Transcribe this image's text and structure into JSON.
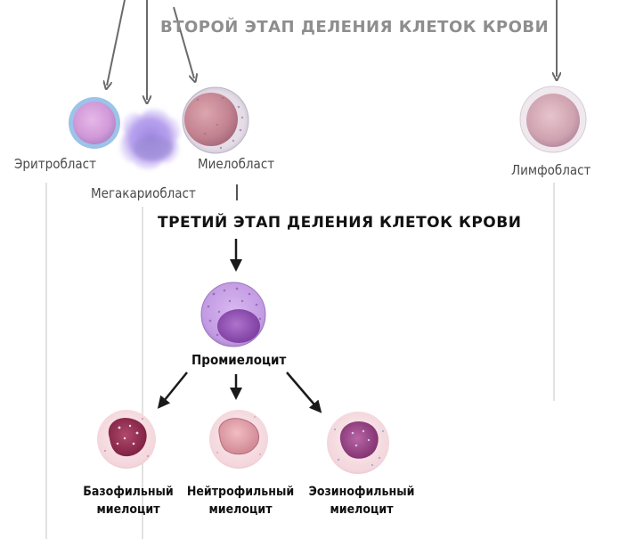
{
  "stages": {
    "second": "ВТОРОЙ ЭТАП ДЕЛЕНИЯ КЛЕТОК КРОВИ",
    "third": "ТРЕТИЙ ЭТАП ДЕЛЕНИЯ КЛЕТОК КРОВИ"
  },
  "cells": {
    "erythroblast": "Эритробласт",
    "megakaryoblast": "Мегакариобласт",
    "myeloblast": "Миелобласт",
    "lymphoblast": "Лимфобласт",
    "promyelocyte": "Промиелоцит",
    "basophilic_line1": "Базофильный",
    "basophilic_line2": "миелоцит",
    "neutrophilic_line1": "Нейтрофильный",
    "neutrophilic_line2": "миелоцит",
    "eosinophilic_line1": "Эозинофильный",
    "eosinophilic_line2": "миелоцит"
  },
  "colors": {
    "second_stage_text": "#8e8e8e",
    "third_stage_text": "#111111",
    "erythroblast": "#d8a2dc",
    "erythroblast_ring": "#8fb8e0",
    "megakaryoblast": "#b49ae8",
    "myeloblast": "#c98b96",
    "lymphoblast": "#d2aab6",
    "promyelocyte": "#c39ae0",
    "basophilic": "#9a3052",
    "neutrophilic": "#e5a0a8",
    "eosinophilic": "#a04e8e"
  }
}
